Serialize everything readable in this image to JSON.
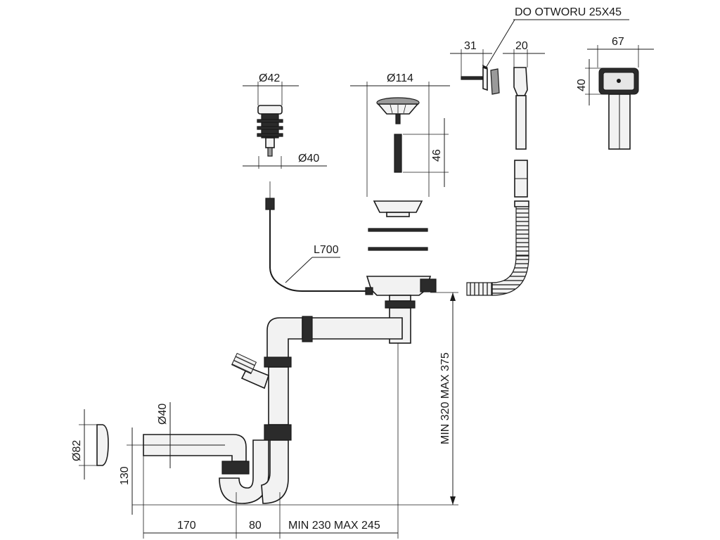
{
  "dimensions": {
    "hole_note": "DO OTWORU 25X45",
    "d31": "31",
    "d20": "20",
    "d67": "67",
    "d40_overflow": "40",
    "d42": "Ø42",
    "d114": "Ø114",
    "d46": "46",
    "d40_plug": "Ø40",
    "cable_length": "L700",
    "height_range": "MIN 320 MAX 375",
    "d82": "Ø82",
    "d40_pipe": "Ø40",
    "d130": "130",
    "d170": "170",
    "d80": "80",
    "width_range": "MIN 230 MAX 245"
  }
}
